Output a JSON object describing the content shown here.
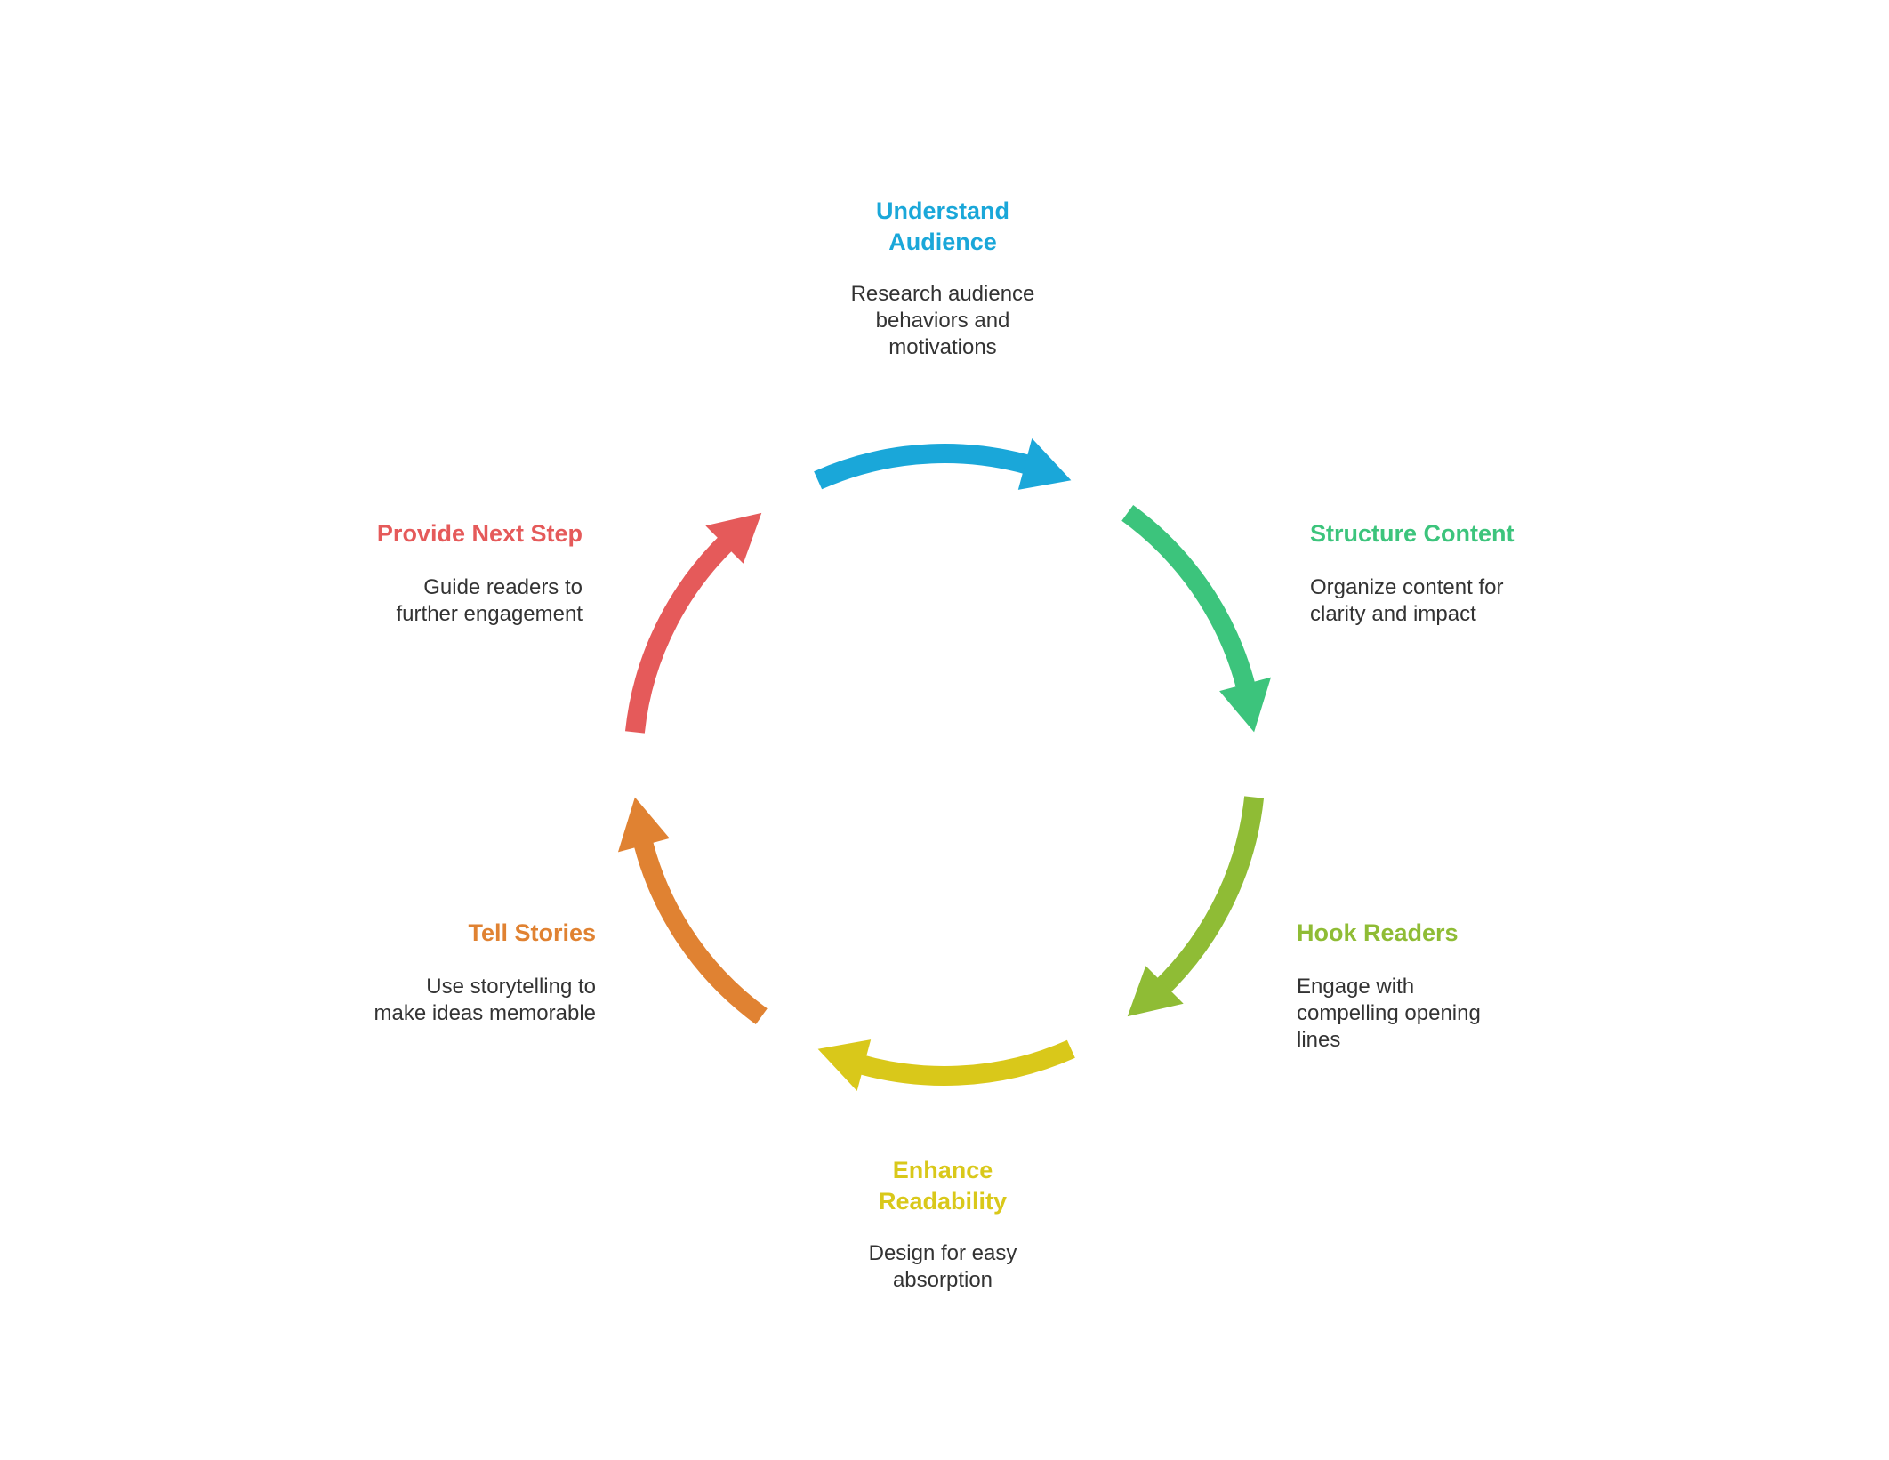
{
  "steps": [
    {
      "title": "Understand\nAudience",
      "description": "Research audience\nbehaviors and\nmotivations",
      "color": "#1aa7d9"
    },
    {
      "title": "Structure Content",
      "description": "Organize content for\nclarity and impact",
      "color": "#3cc47c"
    },
    {
      "title": "Hook Readers",
      "description": "Engage with\ncompelling opening\nlines",
      "color": "#8fbc35"
    },
    {
      "title": "Enhance\nReadability",
      "description": "Design for easy\nabsorption",
      "color": "#d9c81a"
    },
    {
      "title": "Tell Stories",
      "description": "Use storytelling to\nmake ideas memorable",
      "color": "#e08232"
    },
    {
      "title": "Provide Next Step",
      "description": "Guide readers to\nfurther engagement",
      "color": "#e55a5a"
    }
  ]
}
